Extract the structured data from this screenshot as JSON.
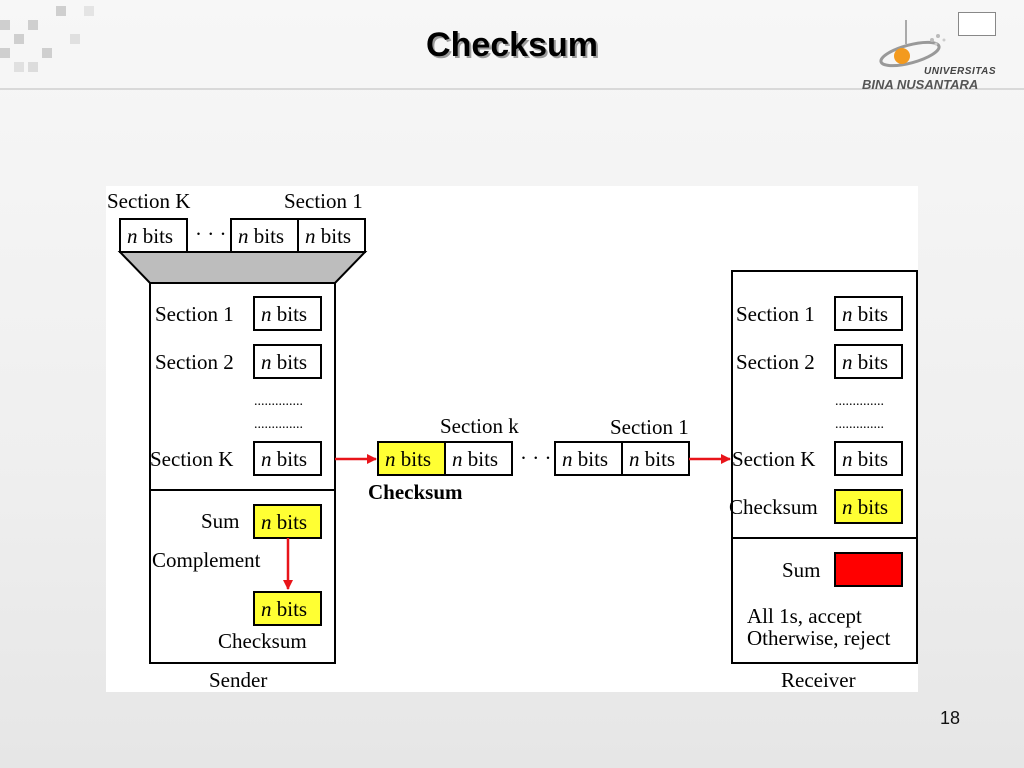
{
  "slide": {
    "title": "Checksum",
    "page_number": "18"
  },
  "logo": {
    "line1": "UNIVERSITAS",
    "line2": "BINA NUSANTARA"
  },
  "diagram": {
    "colors": {
      "highlight": "#ffff33",
      "sum_result": "#ff0000",
      "arrow": "#e8141a",
      "funnel": "#bdbdbd"
    },
    "top_row": {
      "label_left": "Section K",
      "label_right": "Section 1",
      "ellipsis": "· · ·",
      "cells": [
        {
          "var": "n",
          "word": "bits"
        },
        {
          "var": "n",
          "word": "bits"
        },
        {
          "var": "n",
          "word": "bits"
        }
      ]
    },
    "sender": {
      "rows": [
        {
          "label": "Section 1",
          "var": "n",
          "word": "bits"
        },
        {
          "label": "Section 2",
          "var": "n",
          "word": "bits"
        },
        {
          "label": "Section K",
          "var": "n",
          "word": "bits"
        }
      ],
      "dots": "..............",
      "sum_label": "Sum",
      "sum_cell": {
        "var": "n",
        "word": "bits"
      },
      "complement_label": "Complement",
      "checksum_cell": {
        "var": "n",
        "word": "bits"
      },
      "checksum_label": "Checksum",
      "caption": "Sender"
    },
    "transmission": {
      "label_left": "Section k",
      "label_right": "Section 1",
      "ellipsis": "· · ·",
      "checksum_cell": {
        "var": "n",
        "word": "bits"
      },
      "cells": [
        {
          "var": "n",
          "word": "bits"
        },
        {
          "var": "n",
          "word": "bits"
        },
        {
          "var": "n",
          "word": "bits"
        }
      ],
      "checksum_label": "Checksum"
    },
    "receiver": {
      "rows": [
        {
          "label": "Section 1",
          "var": "n",
          "word": "bits"
        },
        {
          "label": "Section 2",
          "var": "n",
          "word": "bits"
        },
        {
          "label": "Section K",
          "var": "n",
          "word": "bits"
        }
      ],
      "dots": "..............",
      "checksum_label": "Checksum",
      "checksum_cell": {
        "var": "n",
        "word": "bits"
      },
      "sum_label": "Sum",
      "result_line1": "All 1s, accept",
      "result_line2": "Otherwise, reject",
      "caption": "Receiver"
    }
  }
}
